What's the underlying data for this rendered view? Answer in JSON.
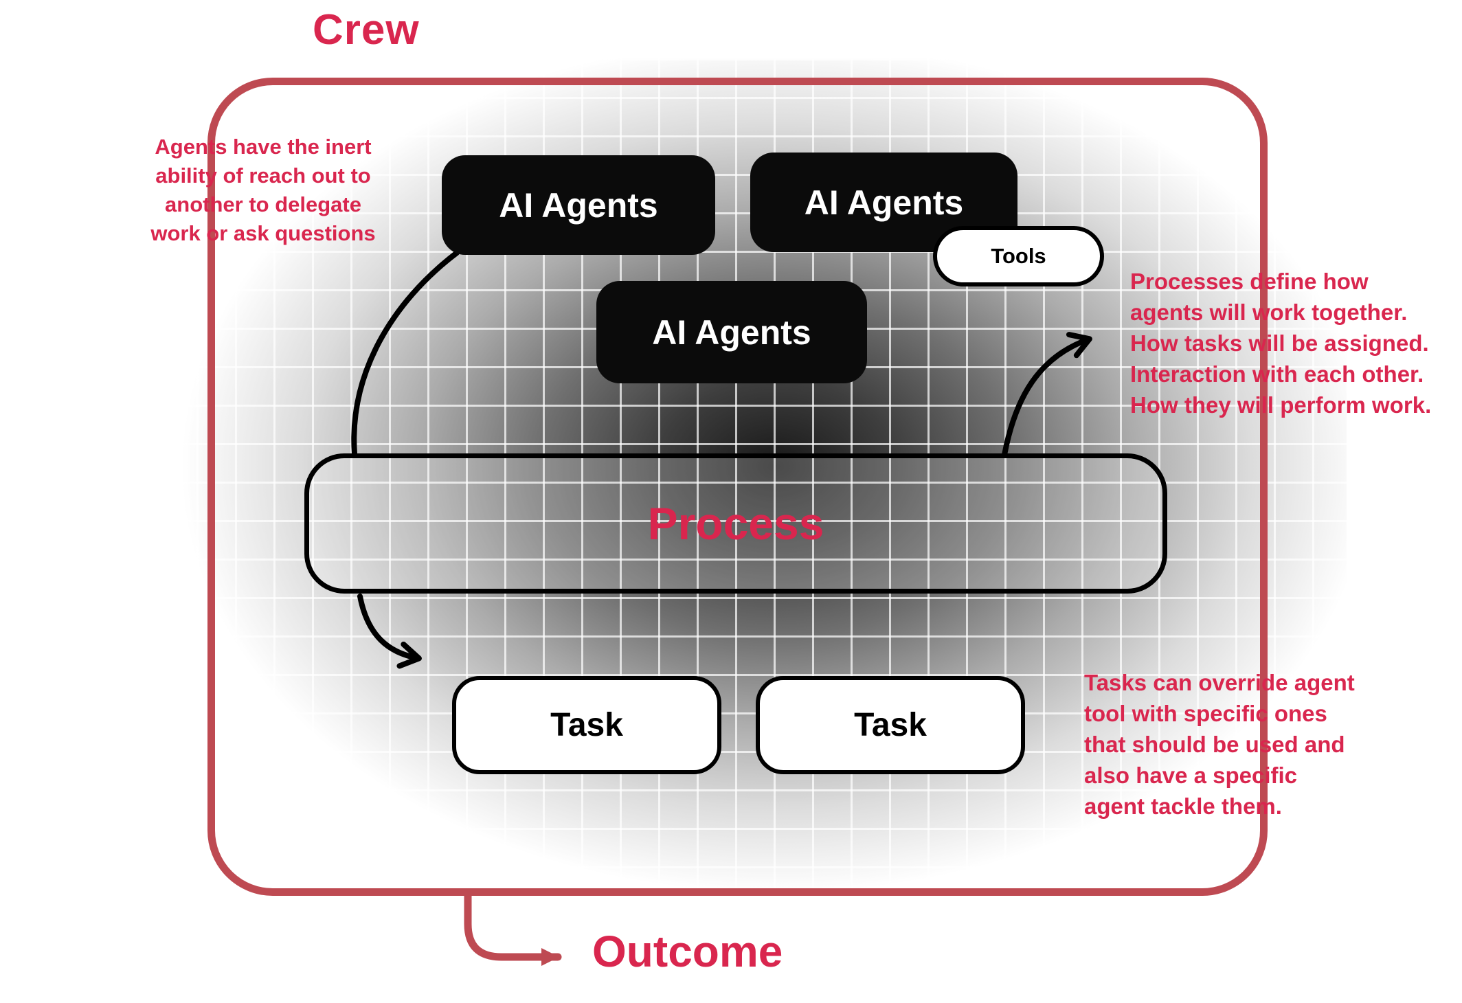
{
  "colors": {
    "accent": "#D9264E",
    "frame": "#BE4A52",
    "box_black": "#0B0B0B"
  },
  "title": "Crew",
  "nodes": {
    "agents": [
      "AI Agents",
      "AI Agents",
      "AI Agents"
    ],
    "tools": "Tools",
    "process": "Process",
    "tasks": [
      "Task",
      "Task"
    ]
  },
  "annotations": {
    "left": "Agents have the inert\nability of reach out to\nanother to delegate\nwork or ask questions",
    "right_top": "Processes define how\nagents will work together.\nHow tasks will be assigned.\nInteraction with each other.\nHow they will perform work.",
    "right_bottom": "Tasks can override agent\ntool with specific ones\nthat should be used and\nalso have a specific\nagent tackle them."
  },
  "outcome_label": "Outcome"
}
